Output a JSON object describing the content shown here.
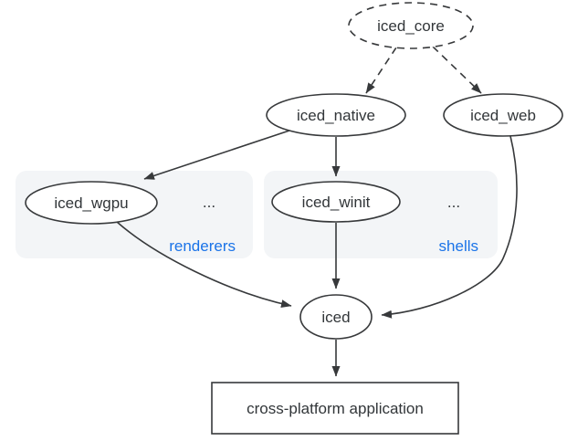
{
  "nodes": {
    "iced_core": "iced_core",
    "iced_native": "iced_native",
    "iced_web": "iced_web",
    "iced_wgpu": "iced_wgpu",
    "iced_winit": "iced_winit",
    "iced": "iced",
    "app": "cross-platform application"
  },
  "clusters": {
    "renderers": {
      "label": "renderers",
      "ellipsis": "..."
    },
    "shells": {
      "label": "shells",
      "ellipsis": "..."
    }
  },
  "colors": {
    "accent": "#1a73e8",
    "stroke": "#37393b",
    "text": "#323639",
    "cluster_bg": "#f3f5f7",
    "node_fill": "#ffffff",
    "canvas_bg": "#ffffff"
  }
}
